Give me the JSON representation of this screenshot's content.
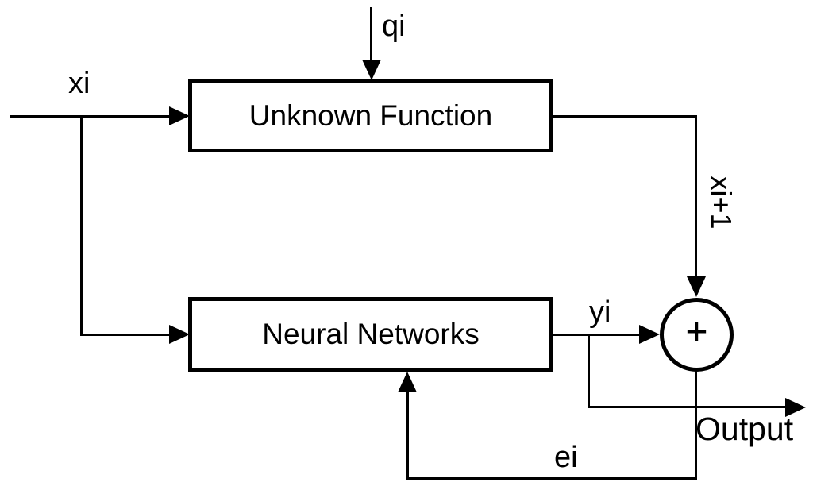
{
  "blocks": {
    "unknown_function": {
      "label": "Unknown Function"
    },
    "neural_networks": {
      "label": "Neural Networks"
    }
  },
  "summing_junction": {
    "operator": "+"
  },
  "labels": {
    "state_input": "xi",
    "disturbance_input": "qi",
    "next_state": "xi+1",
    "network_output": "yi",
    "error_feedback": "ei",
    "output": "Output"
  },
  "colors": {
    "line": "#000000",
    "background": "#ffffff"
  }
}
